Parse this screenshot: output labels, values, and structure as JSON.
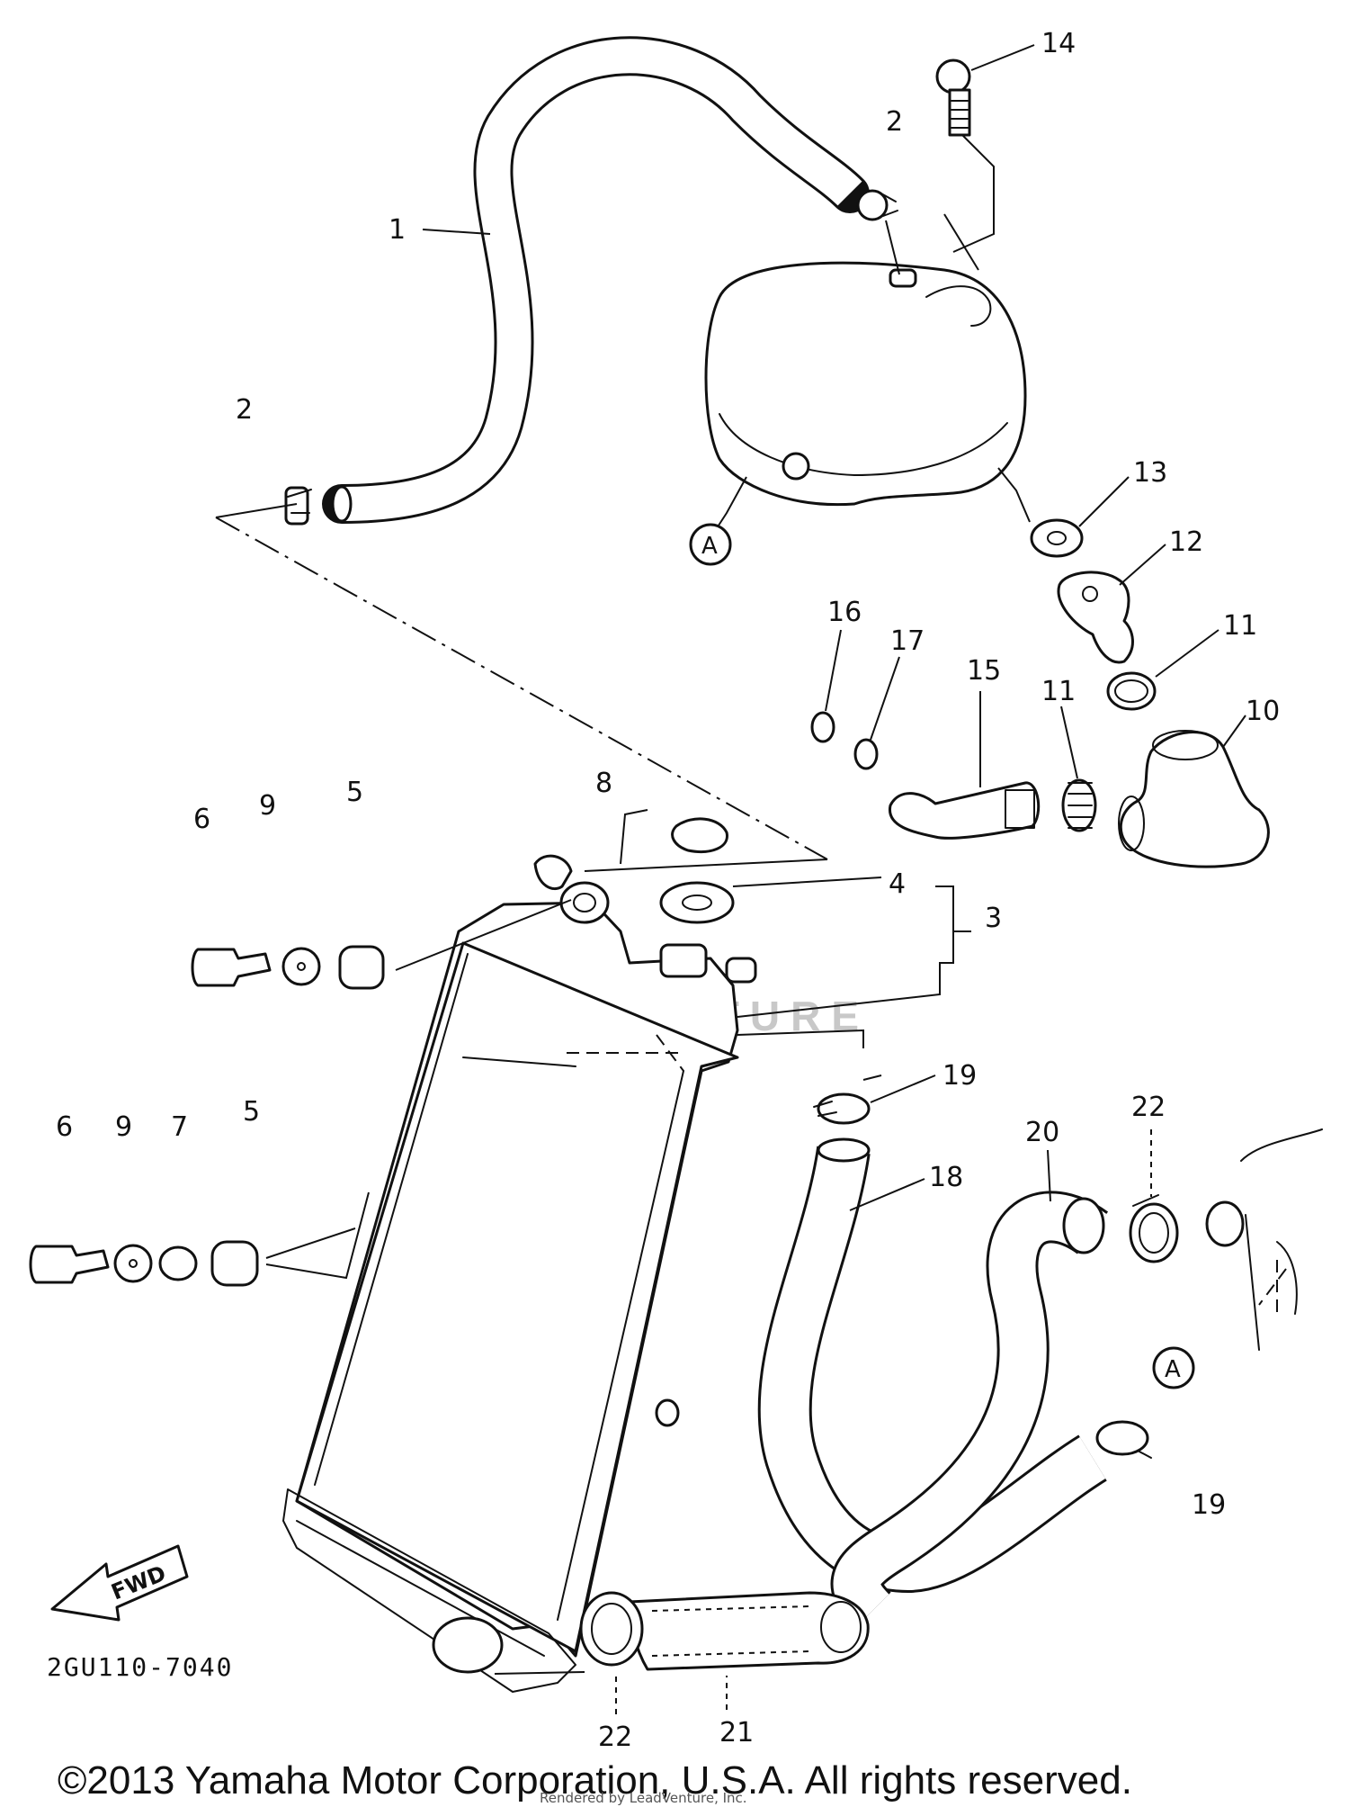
{
  "diagram": {
    "part_numbers": {
      "p1": "1",
      "p2_top": "2",
      "p2_left": "2",
      "p3": "3",
      "p4": "4",
      "p5_top": "5",
      "p5_mid": "5",
      "p6_top": "6",
      "p6_mid": "6",
      "p7": "7",
      "p8": "8",
      "p9_top": "9",
      "p9_mid": "9",
      "p10": "10",
      "p11_right": "11",
      "p11_left": "11",
      "p12": "12",
      "p13": "13",
      "p14": "14",
      "p15": "15",
      "p16": "16",
      "p17": "17",
      "p18": "18",
      "p19_top": "19",
      "p19_bottom": "19",
      "p20": "20",
      "p21": "21",
      "p22_right": "22",
      "p22_bottom": "22"
    },
    "connector_a_top": "A",
    "connector_a_right": "A",
    "fwd_label": "FWD",
    "diagram_code": "2GU110-7040",
    "watermark": "LEADVENTURE"
  },
  "footer": {
    "copyright": "©2013 Yamaha Motor Corporation, U.S.A. All rights reserved.",
    "rendered_by": "Rendered by LeadVenture, Inc."
  }
}
